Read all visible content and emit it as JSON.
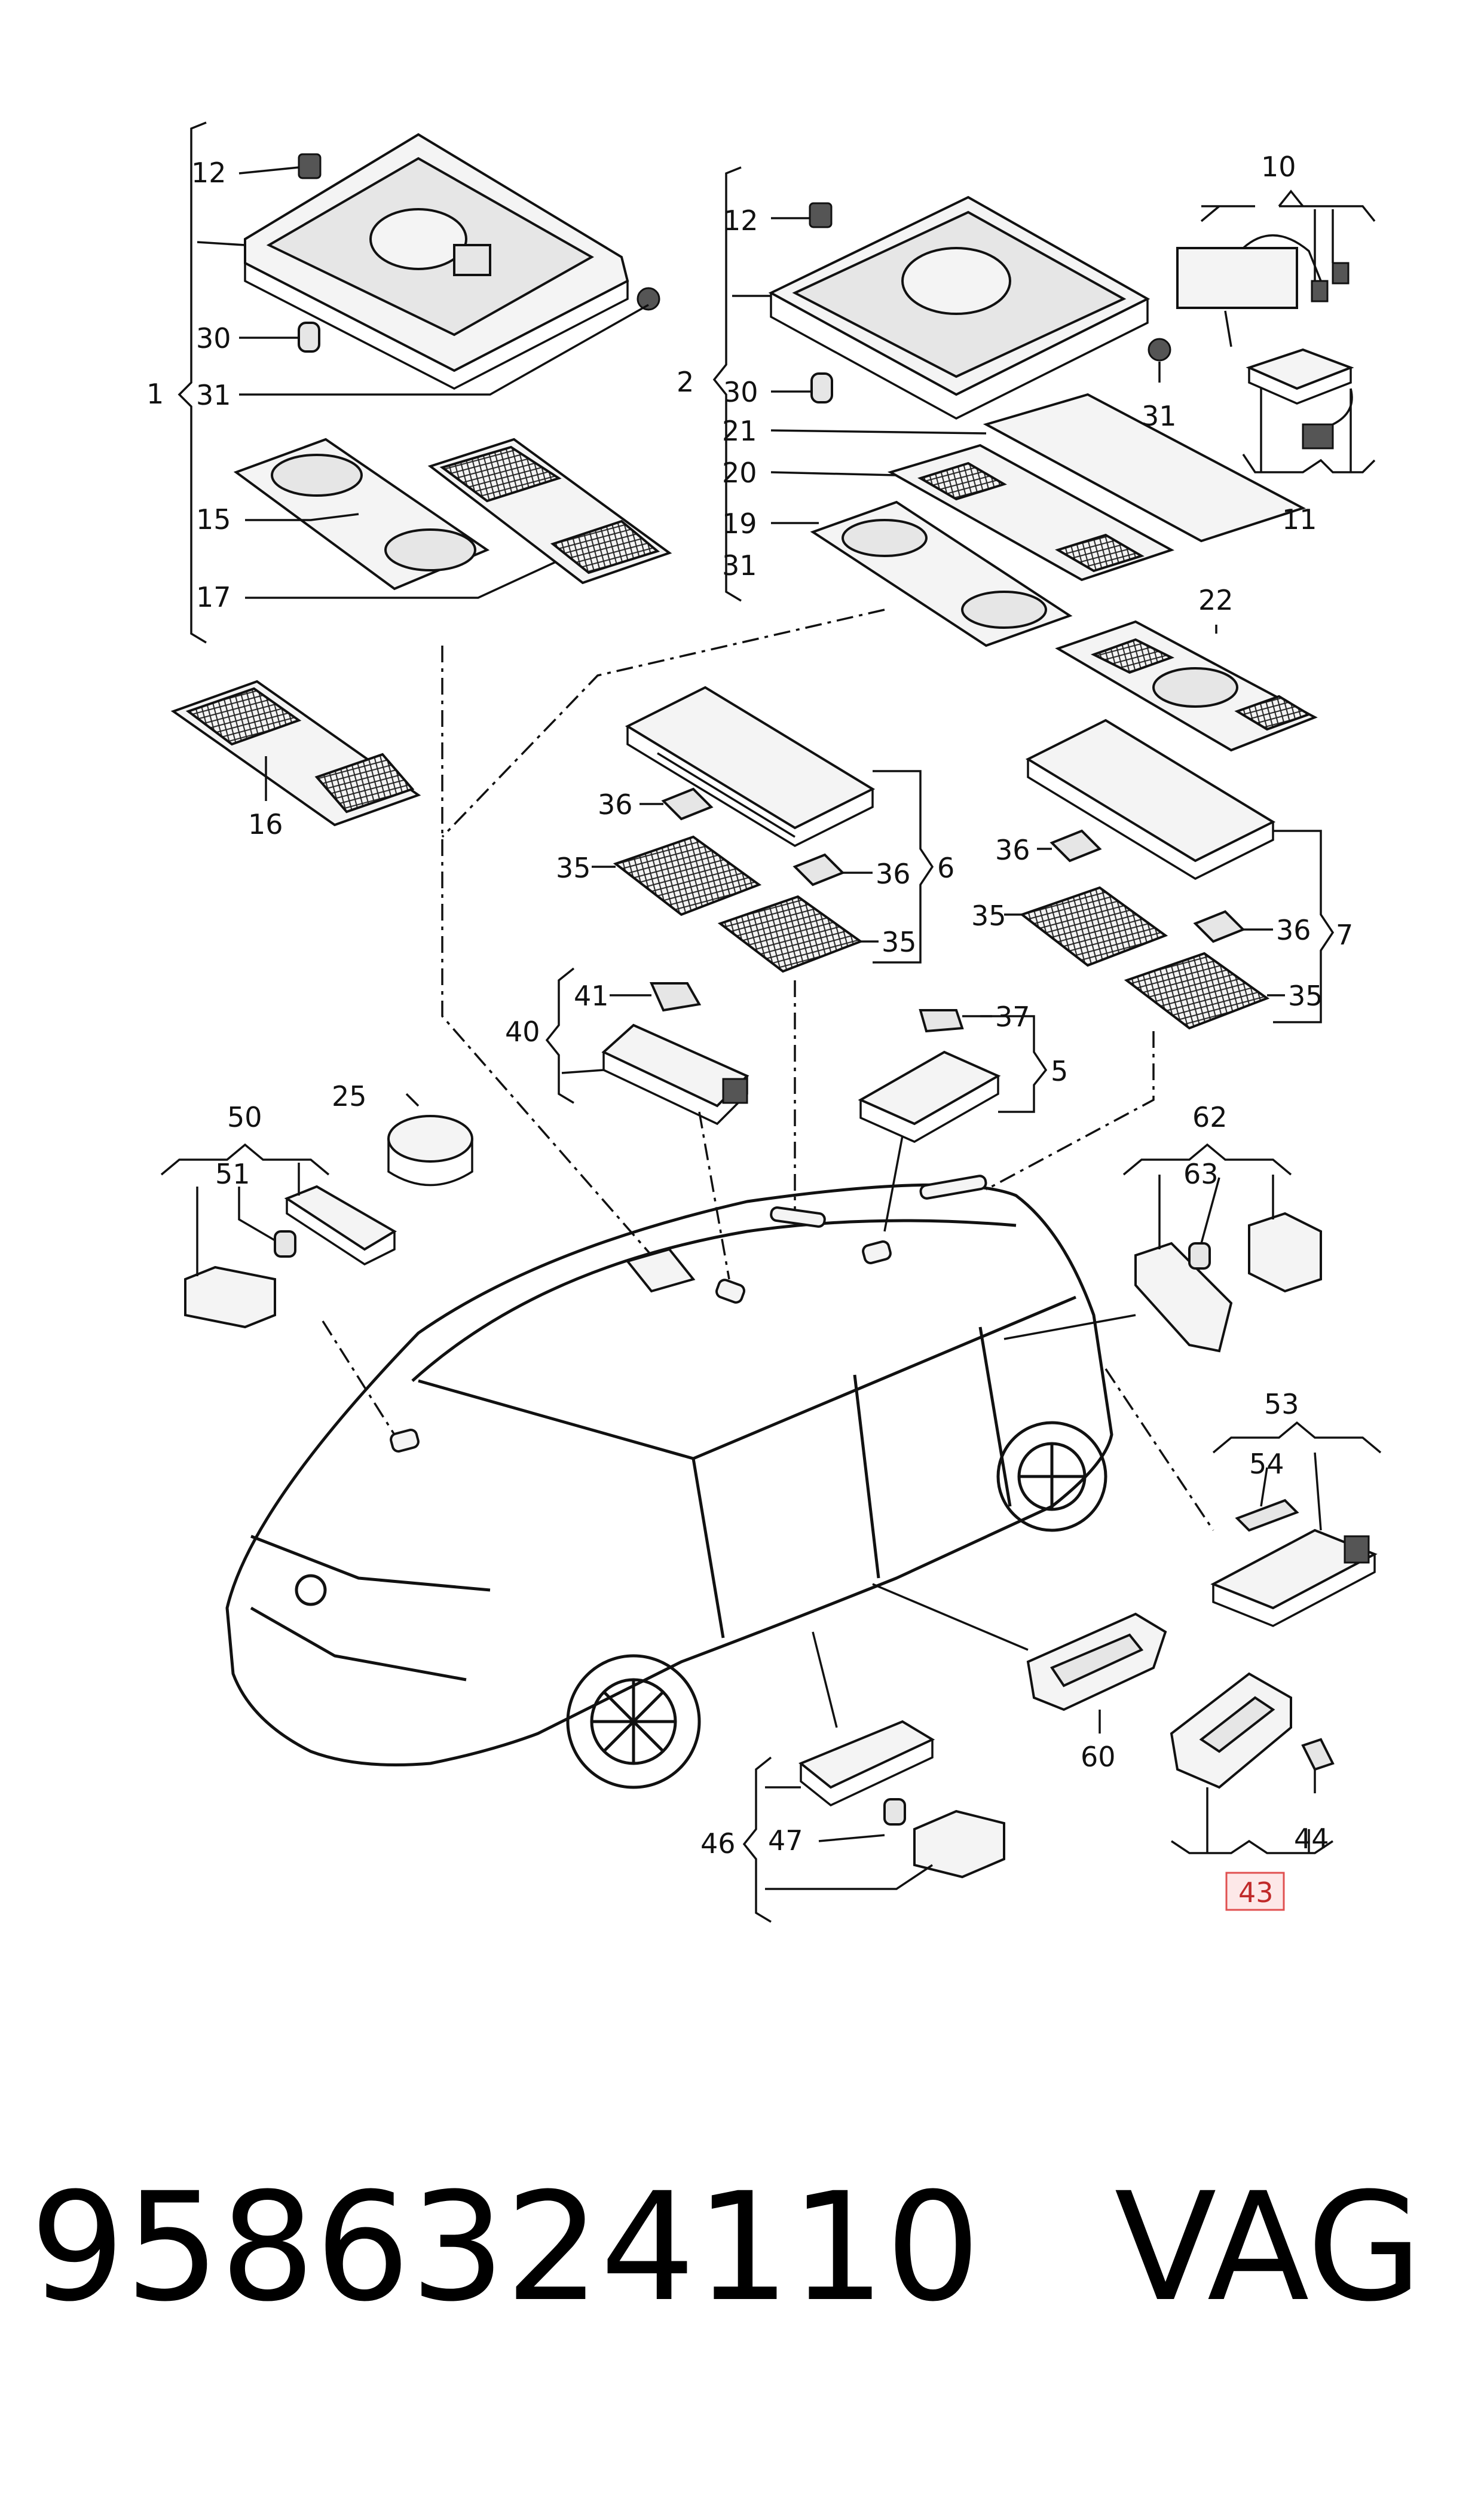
{
  "diagram": {
    "callouts": [
      {
        "id": "c1",
        "text": "1"
      },
      {
        "id": "c2",
        "text": "2"
      },
      {
        "id": "c5",
        "text": "5"
      },
      {
        "id": "c6",
        "text": "6"
      },
      {
        "id": "c7",
        "text": "7"
      },
      {
        "id": "c10",
        "text": "10"
      },
      {
        "id": "c11",
        "text": "11"
      },
      {
        "id": "c12a",
        "text": "12"
      },
      {
        "id": "c12b",
        "text": "12"
      },
      {
        "id": "c15",
        "text": "15"
      },
      {
        "id": "c16",
        "text": "16"
      },
      {
        "id": "c17",
        "text": "17"
      },
      {
        "id": "c19",
        "text": "19"
      },
      {
        "id": "c20",
        "text": "20"
      },
      {
        "id": "c21",
        "text": "21"
      },
      {
        "id": "c22",
        "text": "22"
      },
      {
        "id": "c25",
        "text": "25"
      },
      {
        "id": "c30a",
        "text": "30"
      },
      {
        "id": "c30b",
        "text": "30"
      },
      {
        "id": "c31a",
        "text": "31"
      },
      {
        "id": "c31b",
        "text": "31"
      },
      {
        "id": "c31c",
        "text": "31"
      },
      {
        "id": "c31d",
        "text": "31"
      },
      {
        "id": "c35a",
        "text": "35"
      },
      {
        "id": "c35b",
        "text": "35"
      },
      {
        "id": "c35c",
        "text": "35"
      },
      {
        "id": "c35d",
        "text": "35"
      },
      {
        "id": "c36a",
        "text": "36"
      },
      {
        "id": "c36b",
        "text": "36"
      },
      {
        "id": "c36c",
        "text": "36"
      },
      {
        "id": "c36d",
        "text": "36"
      },
      {
        "id": "c37",
        "text": "37"
      },
      {
        "id": "c40",
        "text": "40"
      },
      {
        "id": "c41",
        "text": "41"
      },
      {
        "id": "c43",
        "text": "43"
      },
      {
        "id": "c44",
        "text": "44"
      },
      {
        "id": "c46",
        "text": "46"
      },
      {
        "id": "c47",
        "text": "47"
      },
      {
        "id": "c50",
        "text": "50"
      },
      {
        "id": "c51",
        "text": "51"
      },
      {
        "id": "c53",
        "text": "53"
      },
      {
        "id": "c54",
        "text": "54"
      },
      {
        "id": "c60",
        "text": "60"
      },
      {
        "id": "c62",
        "text": "62"
      },
      {
        "id": "c63",
        "text": "63"
      }
    ],
    "highlighted_callout": "43",
    "highlight_color": "#e05050",
    "highlight_fill": "#fde8e8"
  },
  "footer": {
    "part_number": "9586324110",
    "brand": "VAG"
  }
}
